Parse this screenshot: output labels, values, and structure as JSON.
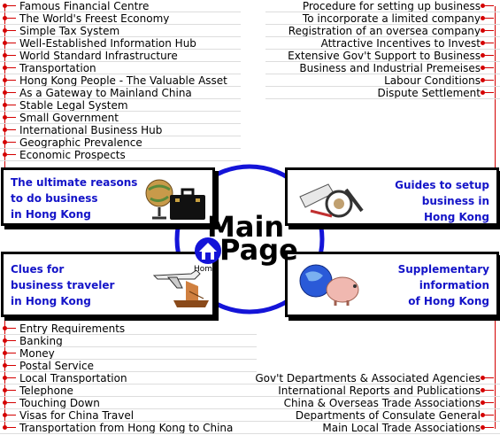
{
  "left_top_items": [
    "Famous Financial Centre",
    "The World's Freest Economy",
    "Simple Tax System",
    "Well-Established Information Hub",
    "World Standard Infrastructure",
    "Transportation",
    "Hong Kong People - The Valuable Asset",
    "As a Gateway to Mainland China",
    "Stable Legal System",
    "Small Government",
    "International Business Hub",
    "Geographic Prevalence",
    "Economic Prospects"
  ],
  "right_top_items": [
    "Procedure for setting up business",
    "To incorporate a limited company",
    "Registration of an oversea company",
    "Attractive Incentives to Invest",
    "Extensive Gov't Support to Business",
    "Business and Industrial Premeises",
    "Labour Conditions",
    "Dispute Settlement"
  ],
  "left_bottom_items": [
    "Entry Requirements",
    "Banking",
    "Money",
    "Postal Service",
    "Local Transportation",
    "Telephone",
    "Touching Down",
    "Visas for China Travel",
    "Transportation from Hong Kong to China"
  ],
  "right_bottom_items": [
    "Gov't Departments & Associated Agencies",
    "International Reports and Publications",
    "China & Overseas Trade Associations",
    "Departments of Consulate General",
    "Main Local Trade Associations"
  ],
  "boxes": {
    "reasons": [
      "The ultimate reasons",
      "to do business",
      "in Hong Kong"
    ],
    "guides": [
      "Guides to setup",
      "business in",
      "Hong Kong"
    ],
    "clues": [
      "Clues for",
      "business traveler",
      "in Hong Kong"
    ],
    "supplementary": [
      "Supplementary",
      "information",
      "of Hong Kong"
    ]
  },
  "center": {
    "main_line1": "Main",
    "main_line2": "Page",
    "home_label": "Home"
  },
  "colors": {
    "accent_red": "#d40000",
    "box_title_blue": "#1414c8",
    "ring_blue": "#1414d8"
  }
}
